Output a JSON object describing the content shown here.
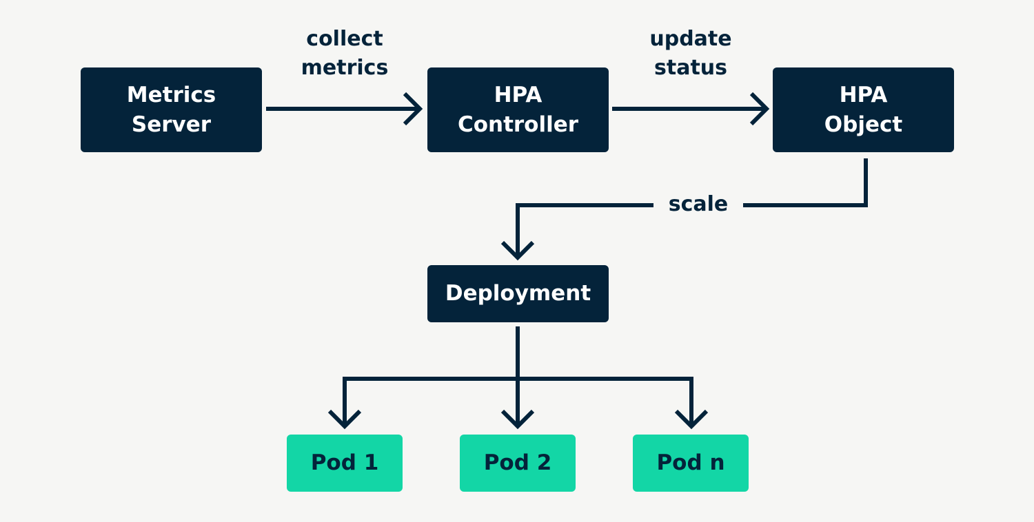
{
  "nodes": {
    "metrics_server": "Metrics\nServer",
    "hpa_controller": "HPA\nController",
    "hpa_object": "HPA\nObject",
    "deployment": "Deployment",
    "pod_1": "Pod 1",
    "pod_2": "Pod 2",
    "pod_n": "Pod n"
  },
  "edges": {
    "collect_metrics": "collect\nmetrics",
    "update_status": "update\nstatus",
    "scale": "scale"
  },
  "colors": {
    "background": "#f6f6f4",
    "dark_node": "#04233a",
    "pod_node": "#13d6a6",
    "line": "#04233a"
  }
}
